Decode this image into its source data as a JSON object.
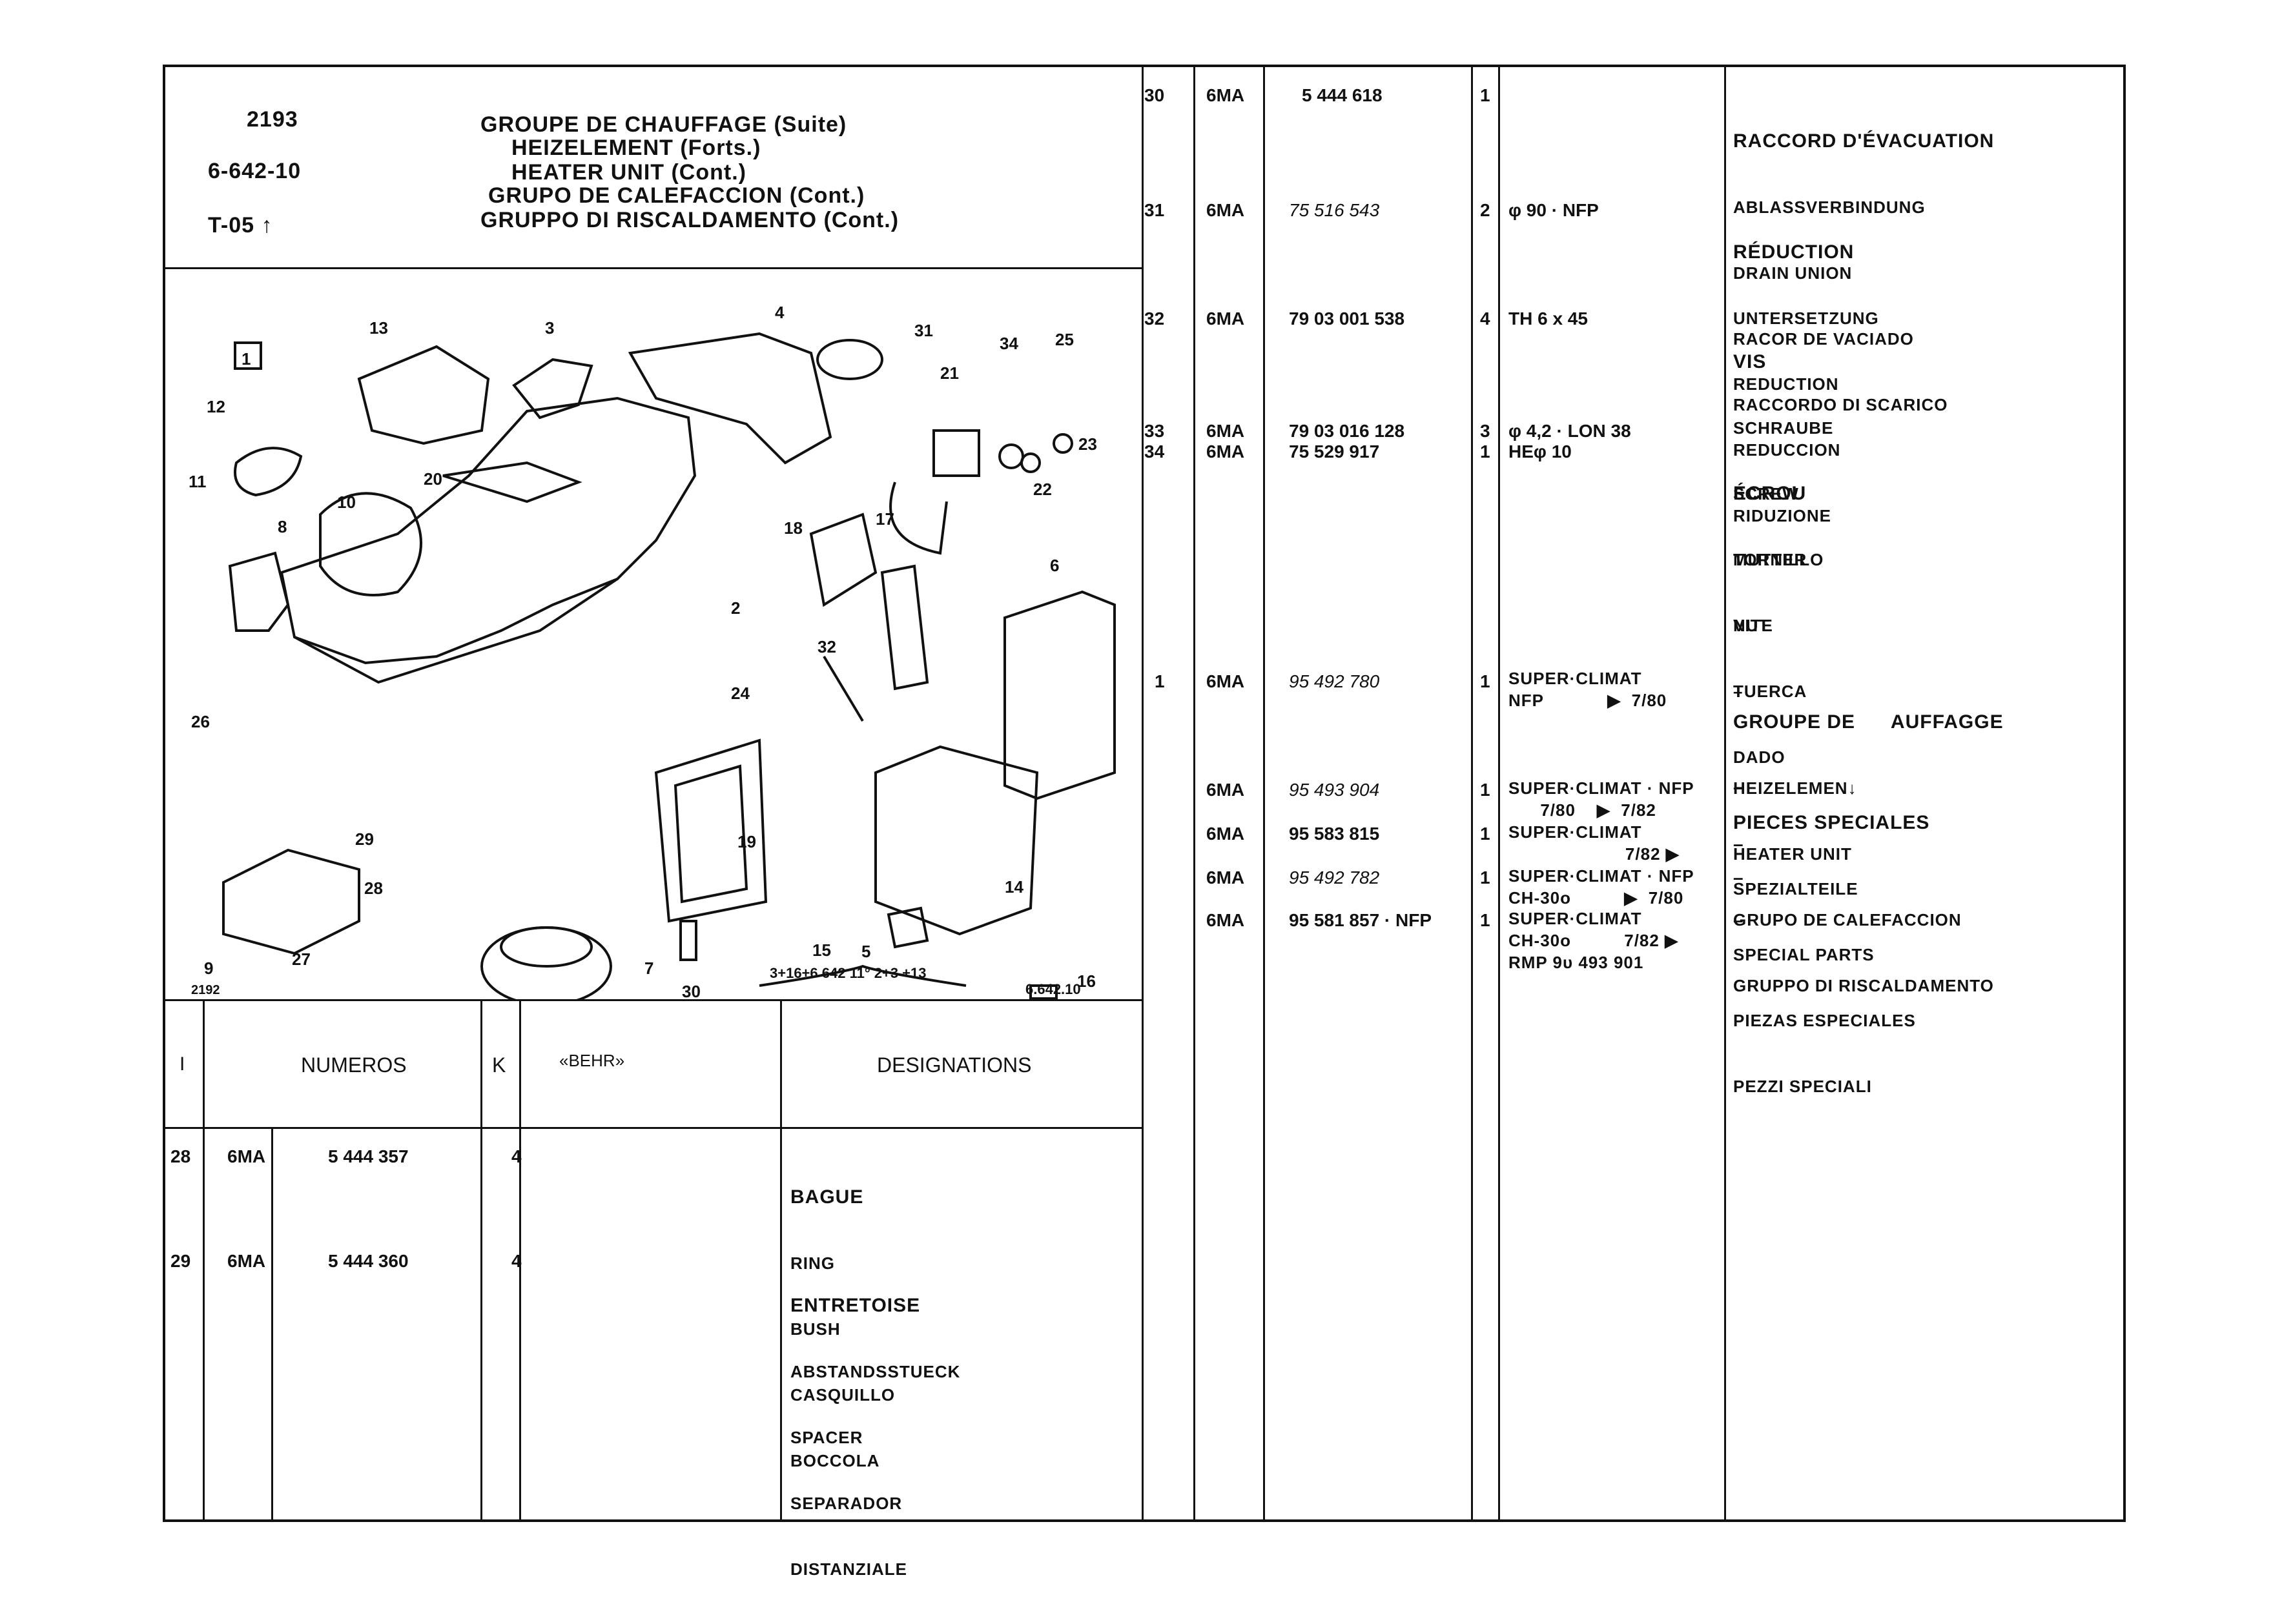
{
  "header": {
    "page_no": "2193",
    "ref": "6-642-10",
    "section": "T-05",
    "arrow_glyph": "↑",
    "titles": [
      "GROUPE DE CHAUFFAGE (Suite)",
      "HEIZELEMENT (Forts.)",
      "HEATER UNIT (Cont.)",
      "GRUPO DE CALEFACCION (Cont.)",
      "GRUPPO DI RISCALDAMENTO (Cont.)"
    ]
  },
  "diagram": {
    "box_label": "1",
    "corner_left": "2192",
    "corner_right": "6.642.10",
    "brace_label_top": "5",
    "brace_label": "3+16+6 642 11° 2+3 +13",
    "callouts": [
      "13",
      "3",
      "4",
      "31",
      "21",
      "34",
      "25",
      "12",
      "23",
      "22",
      "20",
      "10",
      "11",
      "8",
      "18",
      "17",
      "6",
      "2",
      "32",
      "24",
      "26",
      "19",
      "29",
      "14",
      "28",
      "15",
      "9",
      "27",
      "7",
      "30",
      "16"
    ]
  },
  "lower_table": {
    "headers": {
      "col_i": "I",
      "numeros": "NUMEROS",
      "k": "K",
      "behr": "«BEHR»",
      "designations": "DESIGNATIONS"
    },
    "rows": [
      {
        "item": "28",
        "code": "6MA",
        "number": "5 444 357",
        "k": "4",
        "desc": [
          "BAGUE",
          "RING",
          "BUSH",
          "CASQUILLO",
          "BOCCOLA"
        ]
      },
      {
        "item": "29",
        "code": "6MA",
        "number": "5 444 360",
        "k": "4",
        "desc": [
          "ENTRETOISE",
          "ABSTANDSSTUECK",
          "SPACER",
          "SEPARADOR",
          "DISTANZIALE"
        ]
      }
    ]
  },
  "right_table": {
    "rows": [
      {
        "item": "30",
        "code": "6MA",
        "number": "5 444 618",
        "k": "1",
        "remark": "",
        "desc": [
          "RACCORD D'ÉVACUATION",
          "ABLASSVERBINDUNG",
          "DRAIN UNION",
          "RACOR DE VACIADO",
          "RACCORDO DI SCARICO"
        ]
      },
      {
        "item": "31",
        "code": "6MA",
        "number": "75 516 543",
        "k": "2",
        "remark": "φ 90 · NFP",
        "desc": [
          "RÉDUCTION",
          "UNTERSETZUNG",
          "REDUCTION",
          "REDUCCION",
          "RIDUZIONE"
        ]
      },
      {
        "item": "32",
        "code": "6MA",
        "number": "79 03 001 538",
        "k": "4",
        "remark": "TH 6 x 45",
        "desc": [
          "VIS",
          "SCHRAUBE",
          "SCREW",
          "TORNILLO",
          "VITE",
          "–"
        ]
      },
      {
        "item": "33",
        "code": "6MA",
        "number": "79 03 016 128",
        "k": "3",
        "remark": "φ 4,2 · LON 38",
        "desc": []
      },
      {
        "item": "34",
        "code": "6MA",
        "number": "75 529 917",
        "k": "1",
        "remark": "HEφ 10",
        "desc": [
          "ÉCROU",
          "MUTTER",
          "NUT",
          "TUERCA",
          "DADO",
          "PIECES SPECIALES",
          "SPEZIALTEILE",
          "SPECIAL PARTS",
          "PIEZAS ESPECIALES",
          "PEZZI SPECIALI"
        ]
      },
      {
        "item": "1",
        "code": "6MA",
        "number": "95 492 780",
        "k": "1",
        "remark": "SUPER·CLIMAT\nNFP            ▶  7/80",
        "desc": [
          "GROUPE DE      AUFFAGGE",
          "HEIZELEMEN↓",
          "HEATER UNIT",
          "GRUPO DE CALEFACCION",
          "GRUPPO DI RISCALDAMENTO"
        ]
      },
      {
        "item": "",
        "code": "6MA",
        "number": "95 493 904",
        "k": "1",
        "remark": "SUPER·CLIMAT · NFP\n      7/80    ▶  7/82",
        "desc": [
          "–"
        ]
      },
      {
        "item": "",
        "code": "6MA",
        "number": "95 583 815",
        "k": "1",
        "remark": "SUPER·CLIMAT\n                      7/82 ▶",
        "desc": [
          "–"
        ]
      },
      {
        "item": "",
        "code": "6MA",
        "number": "95 492 782",
        "k": "1",
        "remark": "SUPER·CLIMAT · NFP\nCH-30o          ▶  7/80",
        "desc": [
          "–"
        ]
      },
      {
        "item": "",
        "code": "6MA",
        "number": "95 581 857 · NFP",
        "k": "1",
        "remark": "SUPER·CLIMAT\nCH-30o          7/82 ▶\nRMP 9υ 493 901",
        "desc": [
          "–"
        ]
      }
    ]
  }
}
